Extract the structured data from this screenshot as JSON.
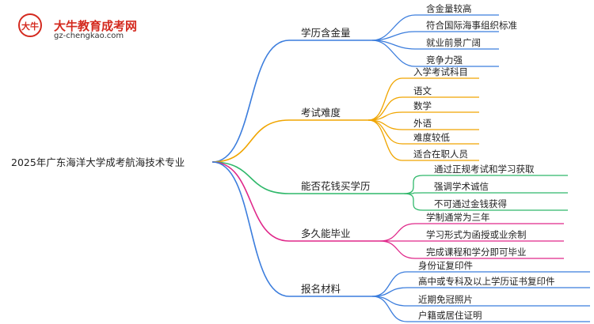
{
  "logo": {
    "title": "大牛教育成考网",
    "url": "gz-chengkao.com",
    "mark_text": "大牛"
  },
  "root": {
    "label": "2025年广东海洋大学成考航海技术专业"
  },
  "colors": {
    "b0": "#3b7ddd",
    "b1": "#f0a500",
    "b2": "#2fb86a",
    "b3": "#e0288a",
    "b4": "#3b7ddd"
  },
  "branches": [
    {
      "label": "学历含金量",
      "color_key": "b0",
      "leaves": [
        "含金量较高",
        "符合国际海事组织标准",
        "就业前景广阔",
        "竞争力强"
      ]
    },
    {
      "label": "考试难度",
      "color_key": "b1",
      "leaves": [
        "入学考试科目",
        "语文",
        "数学",
        "外语",
        "难度较低",
        "适合在职人员"
      ]
    },
    {
      "label": "能否花钱买学历",
      "color_key": "b2",
      "leaves": [
        "通过正规考试和学习获取",
        "强调学术诚信",
        "不可通过金钱获得"
      ]
    },
    {
      "label": "多久能毕业",
      "color_key": "b3",
      "leaves": [
        "学制通常为三年",
        "学习形式为函授或业余制",
        "完成课程和学分即可毕业"
      ]
    },
    {
      "label": "报名材料",
      "color_key": "b4",
      "leaves": [
        "身份证复印件",
        "高中或专科及以上学历证书复印件",
        "近期免冠照片",
        "户籍或居住证明"
      ]
    }
  ]
}
